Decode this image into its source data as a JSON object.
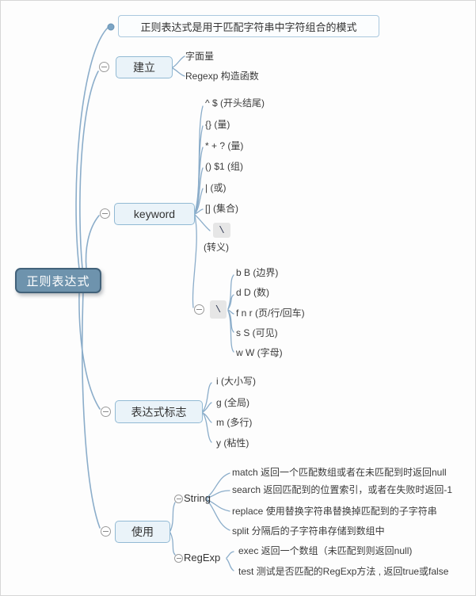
{
  "note": {
    "text": "正则表达式是用于匹配字符串中字符组合的模式"
  },
  "root": {
    "label": "正则表达式"
  },
  "branches": {
    "create": {
      "label": "建立",
      "children": [
        {
          "label": "字面量"
        },
        {
          "label": "Regexp 构造函数"
        }
      ]
    },
    "keyword": {
      "label": "keyword",
      "children": [
        {
          "label": "^ $ (开头结尾)"
        },
        {
          "label": "{} (量)"
        },
        {
          "label": "* + ? (量)"
        },
        {
          "label": "() $1 (组)"
        },
        {
          "label": "| (或)"
        },
        {
          "label": "[] (集合)"
        },
        {
          "code": "\\",
          "label": "(转义)"
        }
      ],
      "escape_group": {
        "code": "\\",
        "children": [
          {
            "label": "b B (边界)"
          },
          {
            "label": "d D (数)"
          },
          {
            "label": "f n r (页/行/回车)"
          },
          {
            "label": "s S (可见)"
          },
          {
            "label": "w W (字母)"
          }
        ]
      }
    },
    "flags": {
      "label": "表达式标志",
      "children": [
        {
          "label": "i (大小写)"
        },
        {
          "label": "g (全局)"
        },
        {
          "label": "m (多行)"
        },
        {
          "label": "y (粘性)"
        }
      ]
    },
    "usage": {
      "label": "使用",
      "groups": [
        {
          "label": "String",
          "children": [
            {
              "label": "match 返回一个匹配数组或者在未匹配到时返回null"
            },
            {
              "label": "search 返回匹配到的位置索引，或者在失败时返回-1"
            },
            {
              "label": "replace 使用替换字符串替换掉匹配到的子字符串"
            },
            {
              "label": "split 分隔后的子字符串存储到数组中"
            }
          ]
        },
        {
          "label": "RegExp",
          "children": [
            {
              "label": "exec 返回一个数组（未匹配到则返回null)"
            },
            {
              "label": "test 测试是否匹配的RegExp方法 , 返回true或false"
            }
          ]
        }
      ]
    }
  },
  "colors": {
    "branch_line": "#8badca",
    "node_fill": "#eaf3f9",
    "node_border": "#92bad4",
    "root_fill": "#6e93ad",
    "root_border": "#42627a",
    "root_text": "#ffffff"
  }
}
